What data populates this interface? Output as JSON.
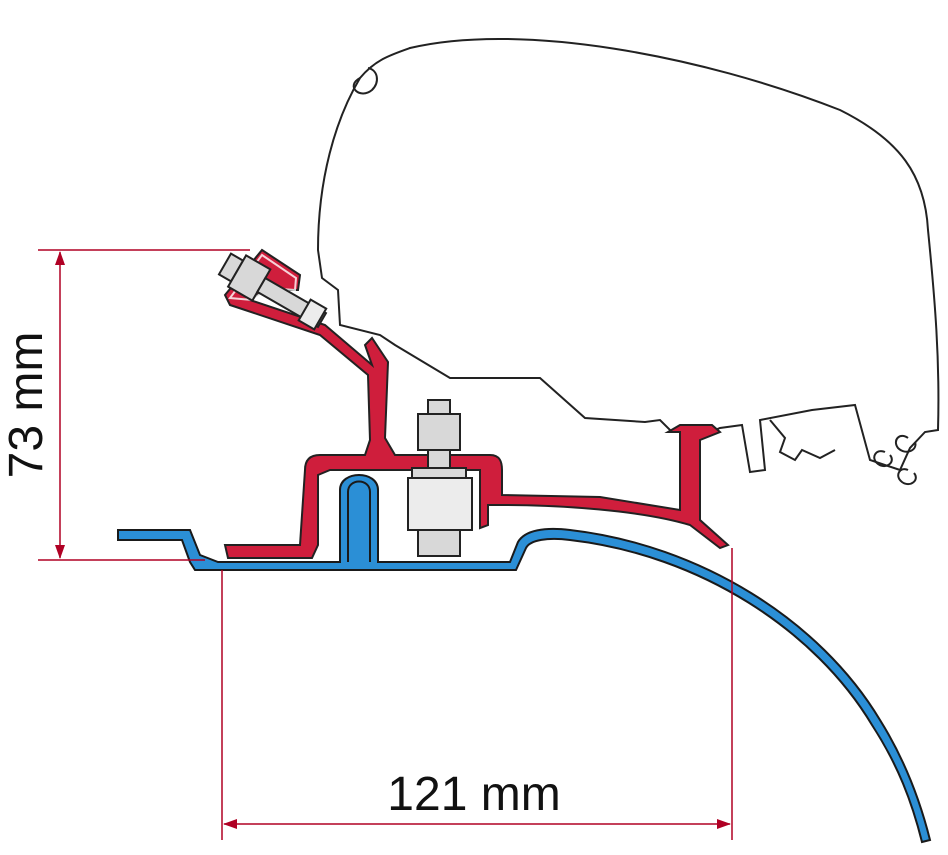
{
  "dimensions": {
    "height_label": "73 mm",
    "width_label": "121 mm"
  },
  "colors": {
    "bracket": "#cf1e3c",
    "rail": "#2b8fd6",
    "dimension_line": "#b00024",
    "outline": "#222222",
    "hardware": "#d8d8d8"
  },
  "parts": [
    {
      "name": "awning-cassette",
      "icon": "cassette-outline"
    },
    {
      "name": "adapter-bracket",
      "icon": "red-profile"
    },
    {
      "name": "roof-rail",
      "icon": "blue-profile"
    },
    {
      "name": "fixing-bolt",
      "icon": "bolt-nut"
    }
  ]
}
